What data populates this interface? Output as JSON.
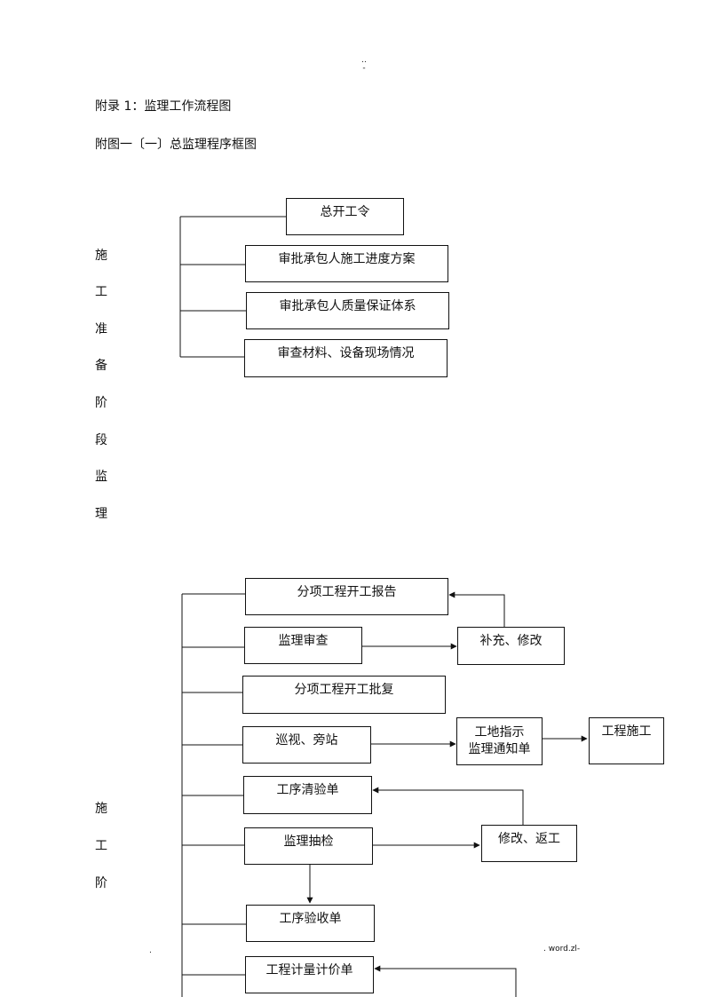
{
  "header": {
    "mark_top": "..",
    "mark_bottom": "-"
  },
  "appendix_title": "附录 1：监理工作流程图",
  "figure_title": "附图一〔一〕总监理程序框图",
  "section1": {
    "side_label": [
      "施",
      "工",
      "准",
      "备",
      "阶",
      "段",
      "监",
      "理"
    ],
    "boxes": [
      "总开工令",
      "审批承包人施工进度方案",
      "审批承包人质量保证体系",
      "审查材料、设备现场情况"
    ]
  },
  "section2": {
    "side_label": [
      "施",
      "工",
      "阶"
    ],
    "boxes": {
      "start_report": "分项工程开工报告",
      "review": "监理审查",
      "supplement": "补充、修改",
      "approval": "分项工程开工批复",
      "patrol": "巡视、旁站",
      "instruction_line1": "工地指示",
      "instruction_line2": "监理通知单",
      "construction": "工程施工",
      "inspection_form": "工序清验单",
      "spot_check": "监理抽检",
      "rework": "修改、返工",
      "acceptance": "工序验收单",
      "measurement": "工程计量计价单"
    }
  },
  "footer": {
    "left_mark": ".",
    "right_text": ". word.zl-"
  }
}
